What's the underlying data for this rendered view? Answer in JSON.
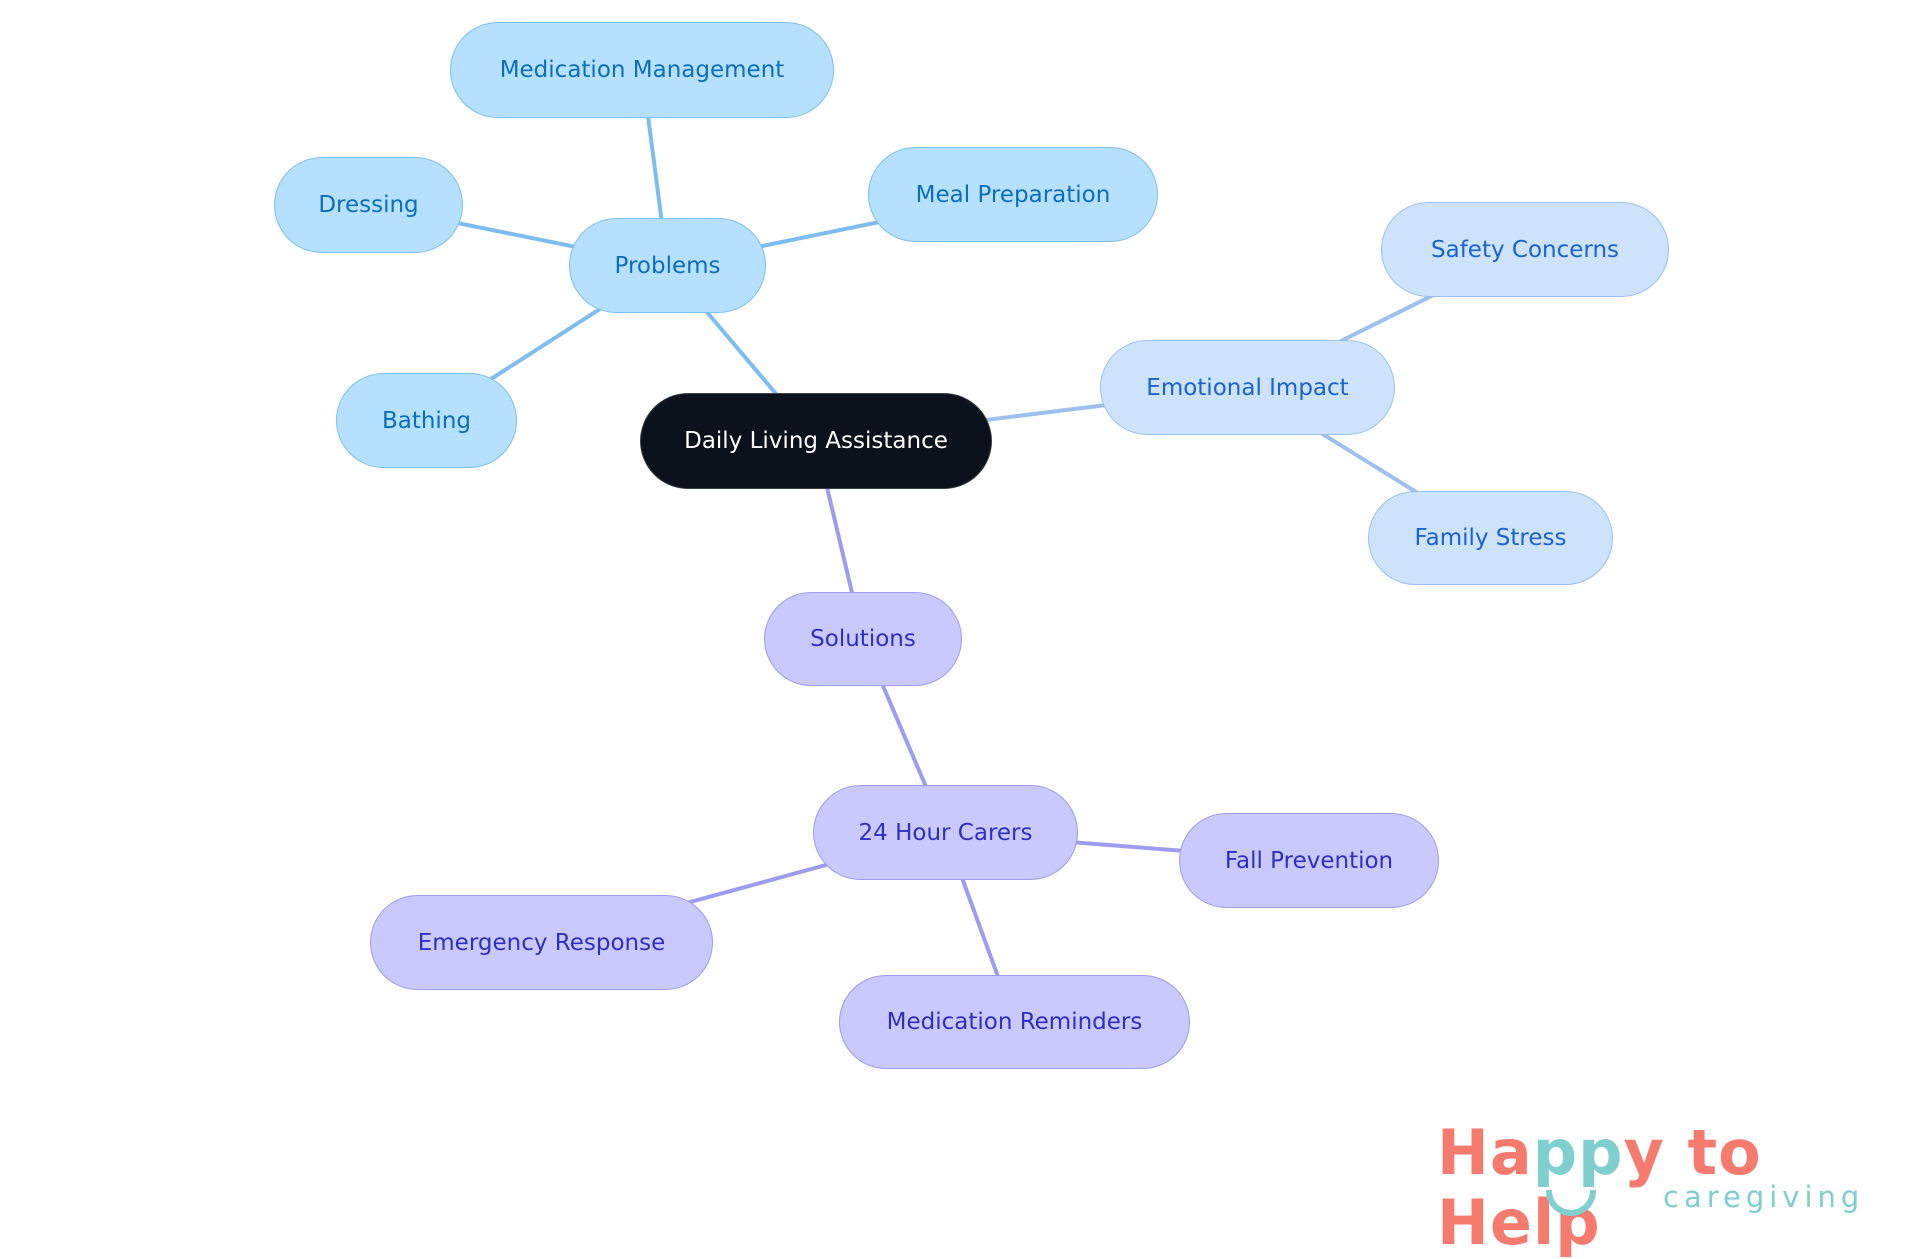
{
  "colors": {
    "blue_edge": "#7dbdf0",
    "lightblue_edge": "#9cc1ef",
    "purple_edge": "#9c9cf0",
    "logo_coral": "#f47b6e",
    "logo_teal": "#7fcfcf"
  },
  "nodes": {
    "root": "Daily Living Assistance",
    "problems": "Problems",
    "medication_management": "Medication Management",
    "dressing": "Dressing",
    "meal_preparation": "Meal Preparation",
    "bathing": "Bathing",
    "emotional_impact": "Emotional Impact",
    "safety_concerns": "Safety Concerns",
    "family_stress": "Family Stress",
    "solutions": "Solutions",
    "carers": "24 Hour Carers",
    "fall_prevention": "Fall Prevention",
    "emergency_response": "Emergency Response",
    "medication_reminders": "Medication Reminders"
  },
  "edges": [
    [
      "root",
      "problems",
      "blue_edge"
    ],
    [
      "problems",
      "medication_management",
      "blue_edge"
    ],
    [
      "problems",
      "dressing",
      "blue_edge"
    ],
    [
      "problems",
      "meal_preparation",
      "blue_edge"
    ],
    [
      "problems",
      "bathing",
      "blue_edge"
    ],
    [
      "root",
      "emotional_impact",
      "lightblue_edge"
    ],
    [
      "emotional_impact",
      "safety_concerns",
      "lightblue_edge"
    ],
    [
      "emotional_impact",
      "family_stress",
      "lightblue_edge"
    ],
    [
      "root",
      "solutions",
      "purple_edge"
    ],
    [
      "solutions",
      "carers",
      "purple_edge"
    ],
    [
      "carers",
      "fall_prevention",
      "purple_edge"
    ],
    [
      "carers",
      "emergency_response",
      "purple_edge"
    ],
    [
      "carers",
      "medication_reminders",
      "purple_edge"
    ]
  ],
  "logo": {
    "part1": "Ha",
    "part2": "pp",
    "part3": "y to Help",
    "tagline": "caregiving"
  }
}
